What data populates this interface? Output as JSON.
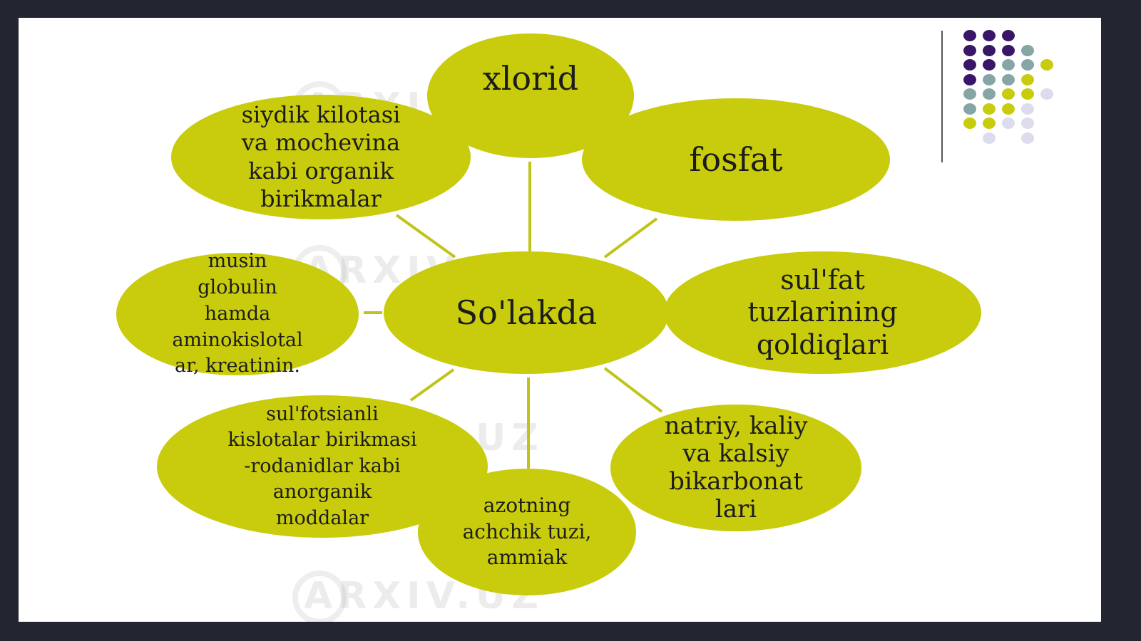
{
  "watermark": "ARXIV.UZ",
  "colors": {
    "node_fill": "#c8cc0c",
    "link": "#c0c41a",
    "background": "#ffffff",
    "frame": "#222630",
    "dot_purple": "#3a1668",
    "dot_teal": "#86a6a6",
    "dot_lime": "#c8cc0c",
    "dot_lavender": "#dcdcec"
  },
  "diagram": {
    "center": "So'lakda",
    "nodes": {
      "xlorid": "xlorid",
      "fosfat": "fosfat",
      "sulfat": "sul'fat\ntuzlarining\nqoldiqlari",
      "natriy": "natriy, kaliy\nva kalsiy\nbikarbonat\nlari",
      "azot": "azotning\nachchik tuzi,\nammiak",
      "sulfotsian": "sul'fotsianli\nkislotalar birikmasi\n-rodanidlar kabi\nanorganik\nmoddalar",
      "musin": "musin\nglobulin\nhamda\naminokislotal\nar, kreatinin.",
      "siydik": "siydik kilotasi\nva mochevina\nkabi organik\nbirikmalar"
    }
  }
}
